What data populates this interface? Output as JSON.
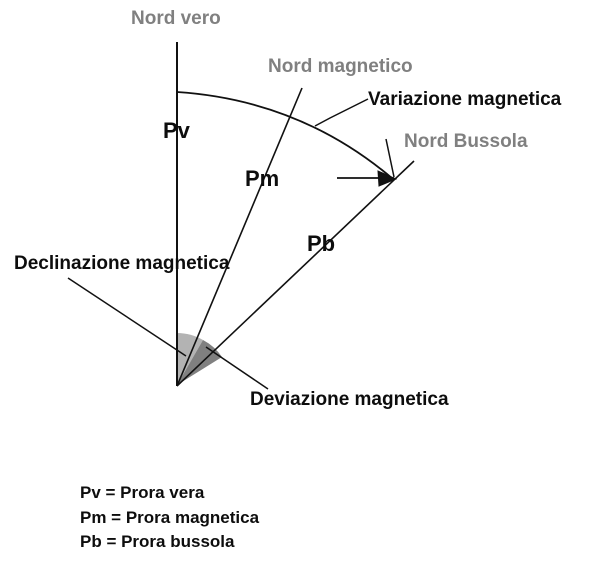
{
  "figure": {
    "kind": "nautical-compass-error-diagram",
    "language": "it",
    "background_color": "#ffffff",
    "line_color": "#111111",
    "gray_text_color": "#808080",
    "black_text_color": "#0d0d0d",
    "declination_sector_color": "#b3b3b3",
    "deviation_sector_color": "#808080"
  },
  "labels": {
    "nord_vero": "Nord vero",
    "nord_magnetico": "Nord magnetico",
    "nord_bussola": "Nord Bussola",
    "variazione_magnetica": "Variazione magnetica",
    "declinazione_magnetica": "Declinazione magnetica",
    "deviazione_magnetica": "Deviazione magnetica",
    "pv": "Pv",
    "pm": "Pm",
    "pb": "Pb"
  },
  "legend": {
    "items": [
      {
        "text": "Pv = Prora vera"
      },
      {
        "text": "Pm = Prora magnetica"
      },
      {
        "text": "Pb = Prora bussola"
      }
    ]
  }
}
